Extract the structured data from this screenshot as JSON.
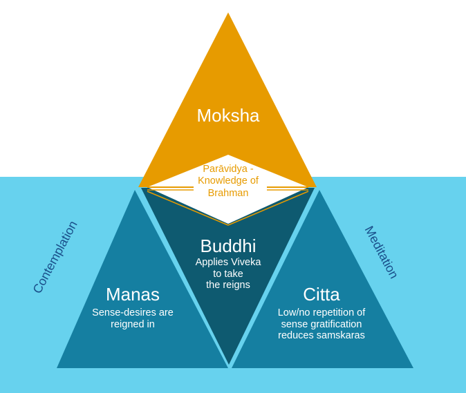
{
  "colors": {
    "water": "#67d2ee",
    "left_triangle": "#157fa1",
    "right_triangle": "#157fa1",
    "center_triangle": "#0e5a70",
    "top_triangle": "#e79b00",
    "knowledge_diamond": "#ffffff",
    "knowledge_text": "#e79b00",
    "side_label": "#1a4f8a"
  },
  "top": {
    "title": "Moksha"
  },
  "knowledge": {
    "line1": "Parāvidya -",
    "line2": "Knowledge of",
    "line3": "Brahman"
  },
  "center": {
    "title": "Buddhi",
    "line1": "Applies Viveka",
    "line2": "to take",
    "line3": "the reigns"
  },
  "left": {
    "title": "Manas",
    "line1": "Sense-desires are",
    "line2": "reigned in"
  },
  "right": {
    "title": "Citta",
    "line1": "Low/no repetition of",
    "line2": "sense gratification",
    "line3": "reduces samskaras"
  },
  "side_labels": {
    "left": "Contemplation",
    "right": "Meditation"
  }
}
